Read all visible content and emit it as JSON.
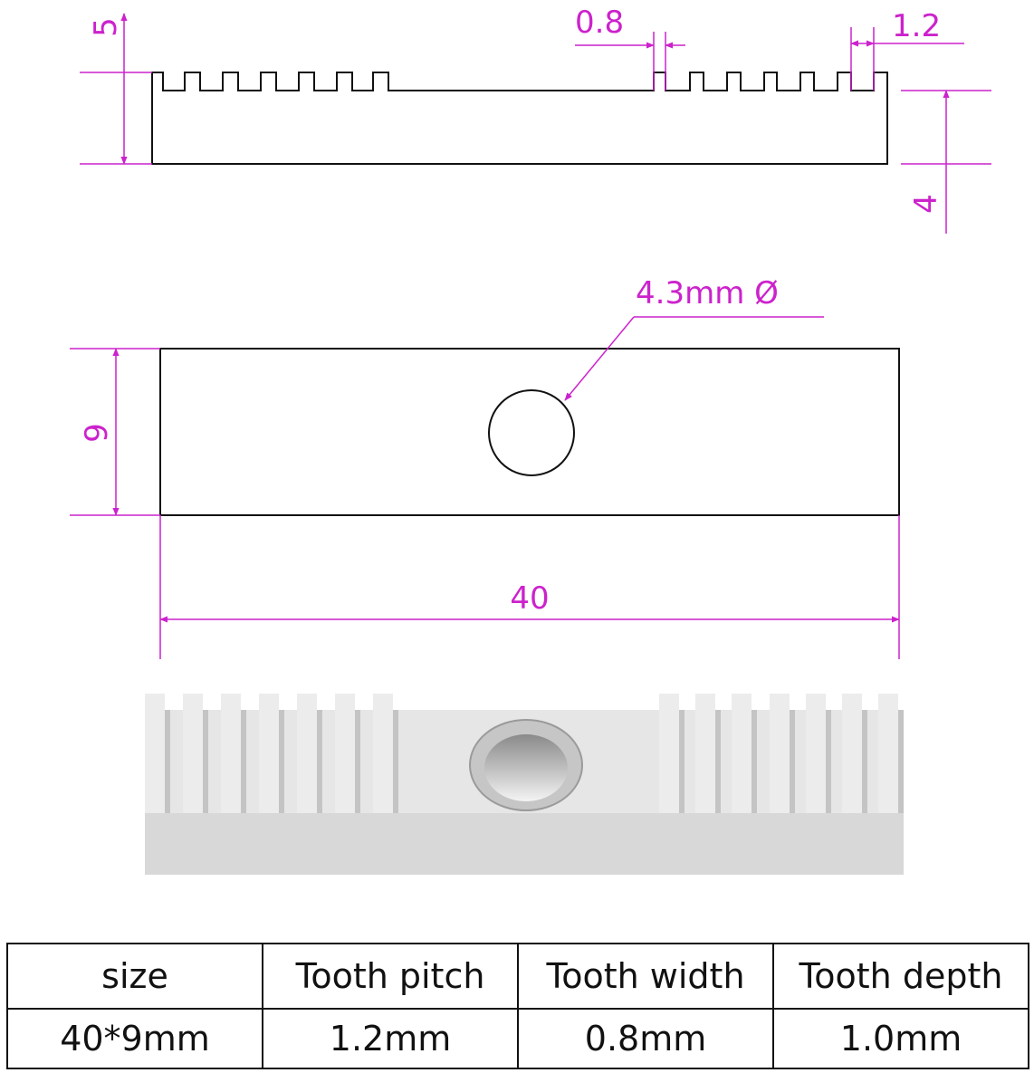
{
  "colors": {
    "dimension": "#cc22cc",
    "outline": "#111111",
    "part_face": "#e4e4e4",
    "part_side": "#d2d2d2"
  },
  "side_view": {
    "label_height": "5",
    "label_tooth_width": "0.8",
    "label_tooth_pitch": "1.2",
    "label_base_height": "4"
  },
  "top_view": {
    "label_hole": "4.3mm Ø",
    "label_width": "9",
    "label_length": "40"
  },
  "spec_table": {
    "headers": [
      "size",
      "Tooth pitch",
      "Tooth width",
      "Tooth depth"
    ],
    "values": [
      "40*9mm",
      "1.2mm",
      "0.8mm",
      "1.0mm"
    ]
  }
}
